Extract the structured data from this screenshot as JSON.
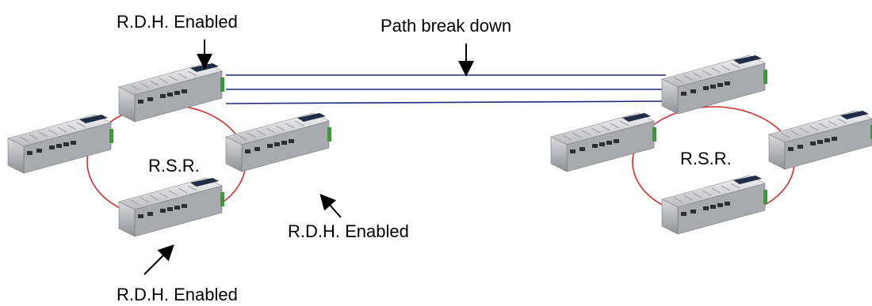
{
  "labels": {
    "rdh_top": "R.D.H. Enabled",
    "path_break": "Path break down",
    "rsr_left": "R.S.R.",
    "rsr_right": "R.S.R.",
    "rdh_right": "R.D.H. Enabled",
    "rdh_bottom": "R.D.H. Enabled"
  },
  "colors": {
    "ring": "#e0262a",
    "link": "#1f2a7a",
    "switch_body": "#c9ccd0",
    "switch_label": "#1f2d45",
    "terminal": "#3a9a3a"
  }
}
